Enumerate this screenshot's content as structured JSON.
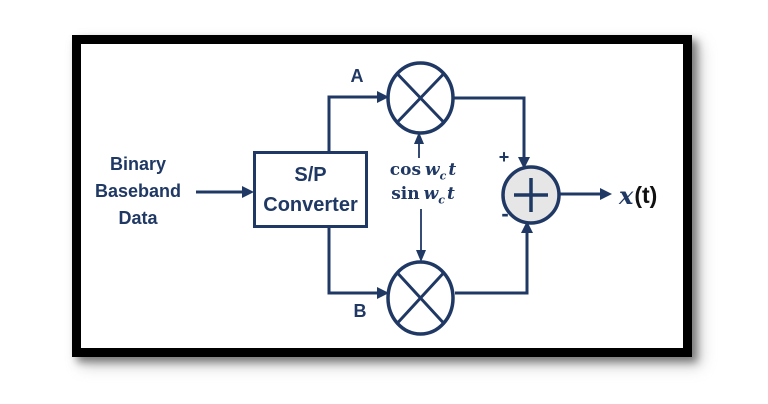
{
  "colors": {
    "line": "#1f3864",
    "summer_fill": "#e7e6e6",
    "frame_border": "#000000",
    "output_black": "#111111",
    "background": "#ffffff"
  },
  "diagram": {
    "source_label": "Binary\nBaseband\nData",
    "sp_box_label": "S/P\nConverter",
    "branch_a": "A",
    "branch_b": "B",
    "carrier_cos": {
      "fn": "cos",
      "var": "w",
      "sub": "c",
      "arg": "t"
    },
    "carrier_sin": {
      "fn": "sin",
      "var": "w",
      "sub": "c",
      "arg": "t"
    },
    "summer_plus": "+",
    "summer_minus": "-",
    "output_var": "x",
    "output_arg": "(t)"
  }
}
